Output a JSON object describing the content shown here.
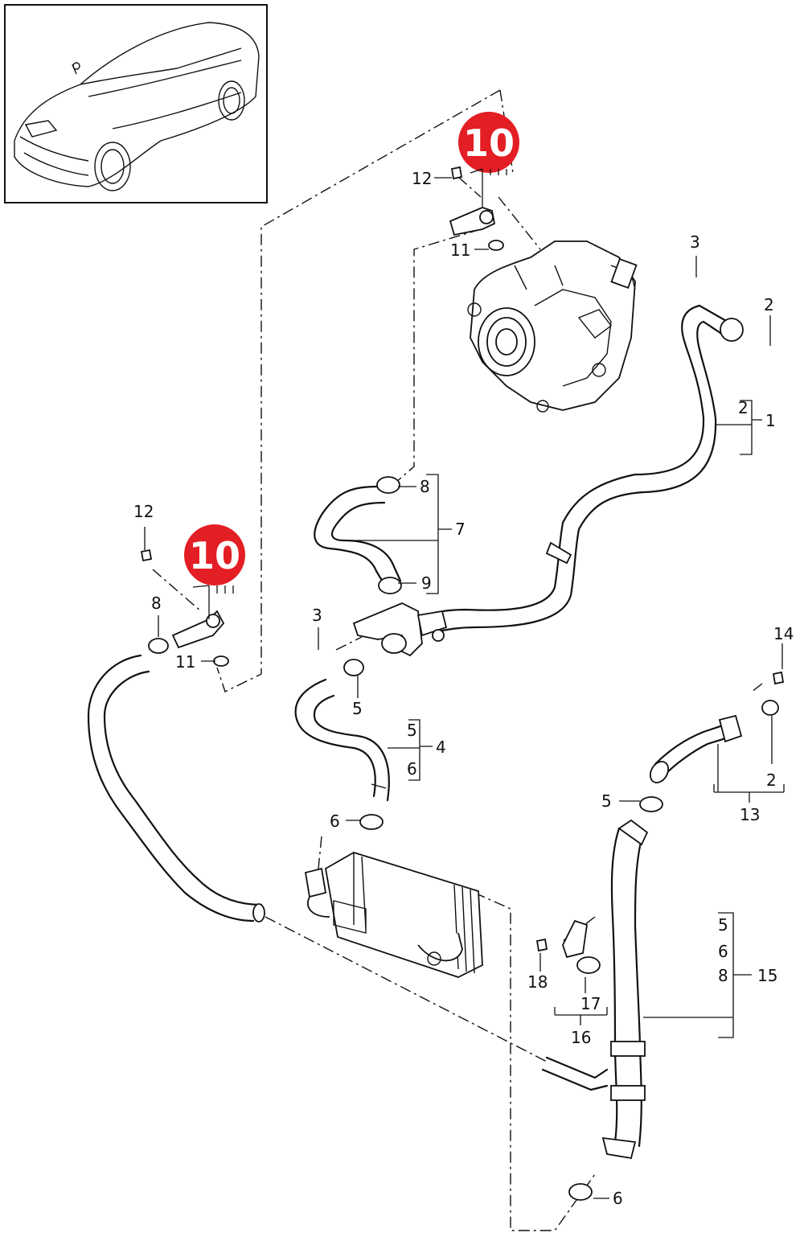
{
  "badge": {
    "label": "10",
    "color": "#e31e24"
  },
  "callouts": {
    "c1": "1",
    "c2a": "2",
    "c2b": "2",
    "c2c": "2",
    "c3a": "3",
    "c3b": "3",
    "c4": "4",
    "c5a": "5",
    "c5b": "5",
    "c5c": "5",
    "c5d": "5",
    "c6a": "6",
    "c6b": "6",
    "c6c": "6",
    "c6d": "6",
    "c7": "7",
    "c8a": "8",
    "c8b": "8",
    "c8c": "8",
    "c9": "9",
    "c11a": "11",
    "c11b": "11",
    "c12a": "12",
    "c12b": "12",
    "c13": "13",
    "c14": "14",
    "c15": "15",
    "c16": "16",
    "c17": "17",
    "c18": "18"
  },
  "icons": {
    "thumbnail": "car-thumbnail-icon",
    "alternator": "alternator-icon",
    "oil_cooler": "oil-cooler-icon"
  }
}
